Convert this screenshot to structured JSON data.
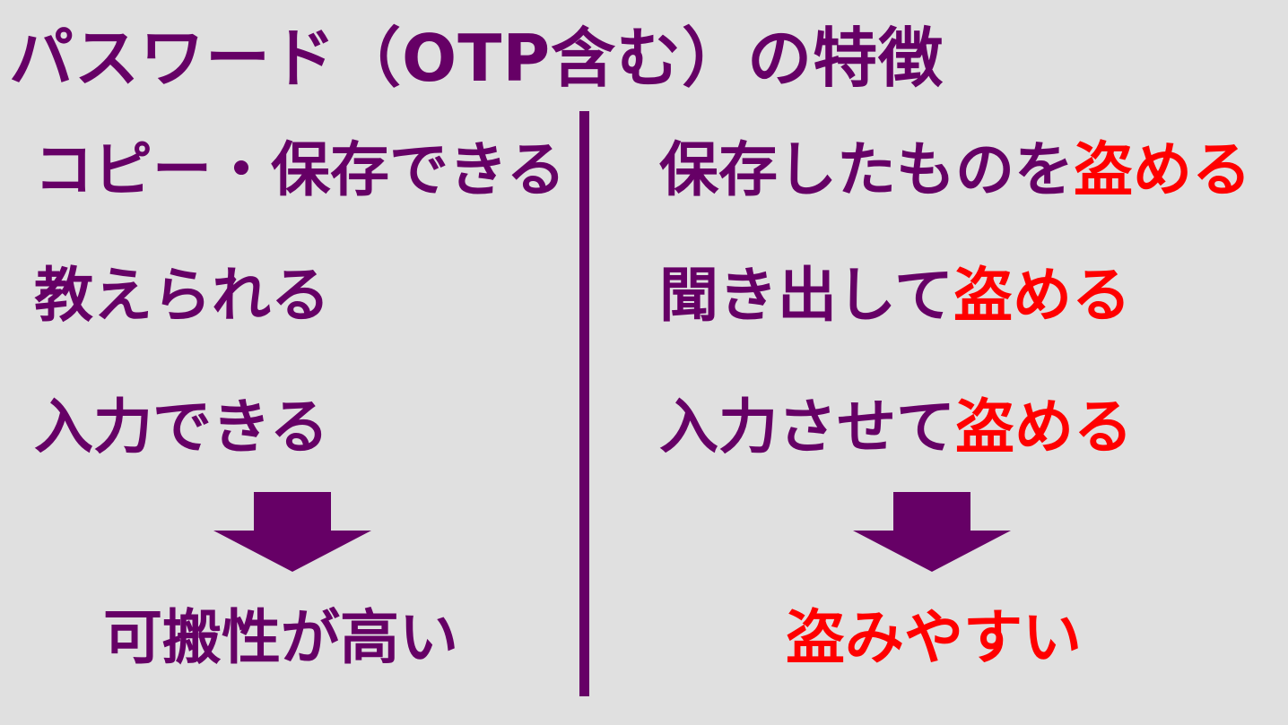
{
  "title": "パスワード（OTP含む）の特徴",
  "left": {
    "items": [
      "コピー・保存できる",
      "教えられる",
      "入力できる"
    ],
    "result": "可搬性が高い"
  },
  "right": {
    "items": [
      {
        "prefix": "保存したものを",
        "emph": "盗める"
      },
      {
        "prefix": "聞き出して",
        "emph": "盗める"
      },
      {
        "prefix": "入力させて",
        "emph": "盗める"
      }
    ],
    "result": "盗みやすい"
  },
  "colors": {
    "primary": "#660066",
    "emphasis": "#ff0000",
    "background": "#e0e0e0"
  },
  "icons": [
    "down-arrow-icon",
    "down-arrow-icon"
  ]
}
